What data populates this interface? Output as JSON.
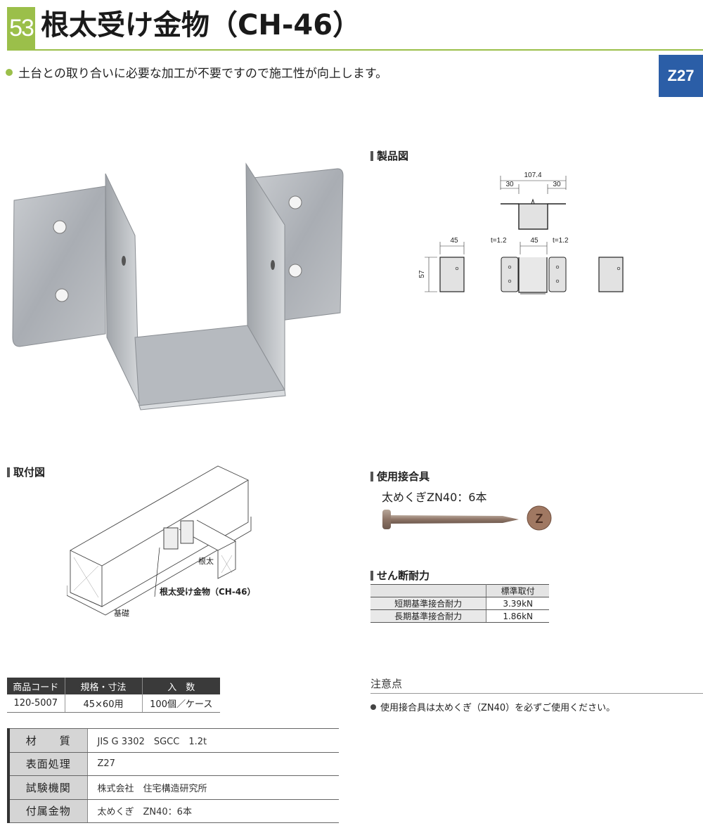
{
  "header": {
    "number": "53",
    "title": "根太受け金物（CH-46）",
    "lead": "土台との取り合いに必要な加工が不要ですので施工性が向上します。",
    "finish_badge": "Z27"
  },
  "sections": {
    "product_drawing": "製品図",
    "installation": "取付図",
    "fastener": "使用接合具",
    "shear": "せん断耐力"
  },
  "drawing_dims": {
    "top_total": "107.4",
    "top_left": "30",
    "top_right": "30",
    "side_width": "45",
    "side_height": "57",
    "front_t_left": "t=1.2",
    "front_width": "45",
    "front_t_right": "t=1.2"
  },
  "installation_labels": {
    "joist": "根太",
    "product": "根太受け金物（CH-46）",
    "foundation": "基礎"
  },
  "fastener": {
    "text": "太めくぎZN40：6本",
    "head_mark": "Z"
  },
  "shear_table": {
    "header": "標準取付",
    "rows": [
      {
        "label": "短期基準接合耐力",
        "value": "3.39kN"
      },
      {
        "label": "長期基準接合耐力",
        "value": "1.86kN"
      }
    ]
  },
  "notes": {
    "title": "注意点",
    "items": [
      "使用接合具は太めくぎ（ZN40）を必ずご使用ください。"
    ]
  },
  "product_table": {
    "headers": [
      "商品コード",
      "規格・寸法",
      "入　数"
    ],
    "row": [
      "120-5007",
      "45×60用",
      "100個／ケース"
    ]
  },
  "spec_table": {
    "rows": [
      {
        "key": "材　　質",
        "value": "JIS G 3302　SGCC　1.2t"
      },
      {
        "key": "表面処理",
        "value": "Z27"
      },
      {
        "key": "試験機関",
        "value": "株式会社　住宅構造研究所"
      },
      {
        "key": "付属金物",
        "value": "太めくぎ　ZN40：6本"
      }
    ]
  },
  "colors": {
    "accent_green": "#9bbf4a",
    "badge_blue": "#2b5ea7"
  }
}
